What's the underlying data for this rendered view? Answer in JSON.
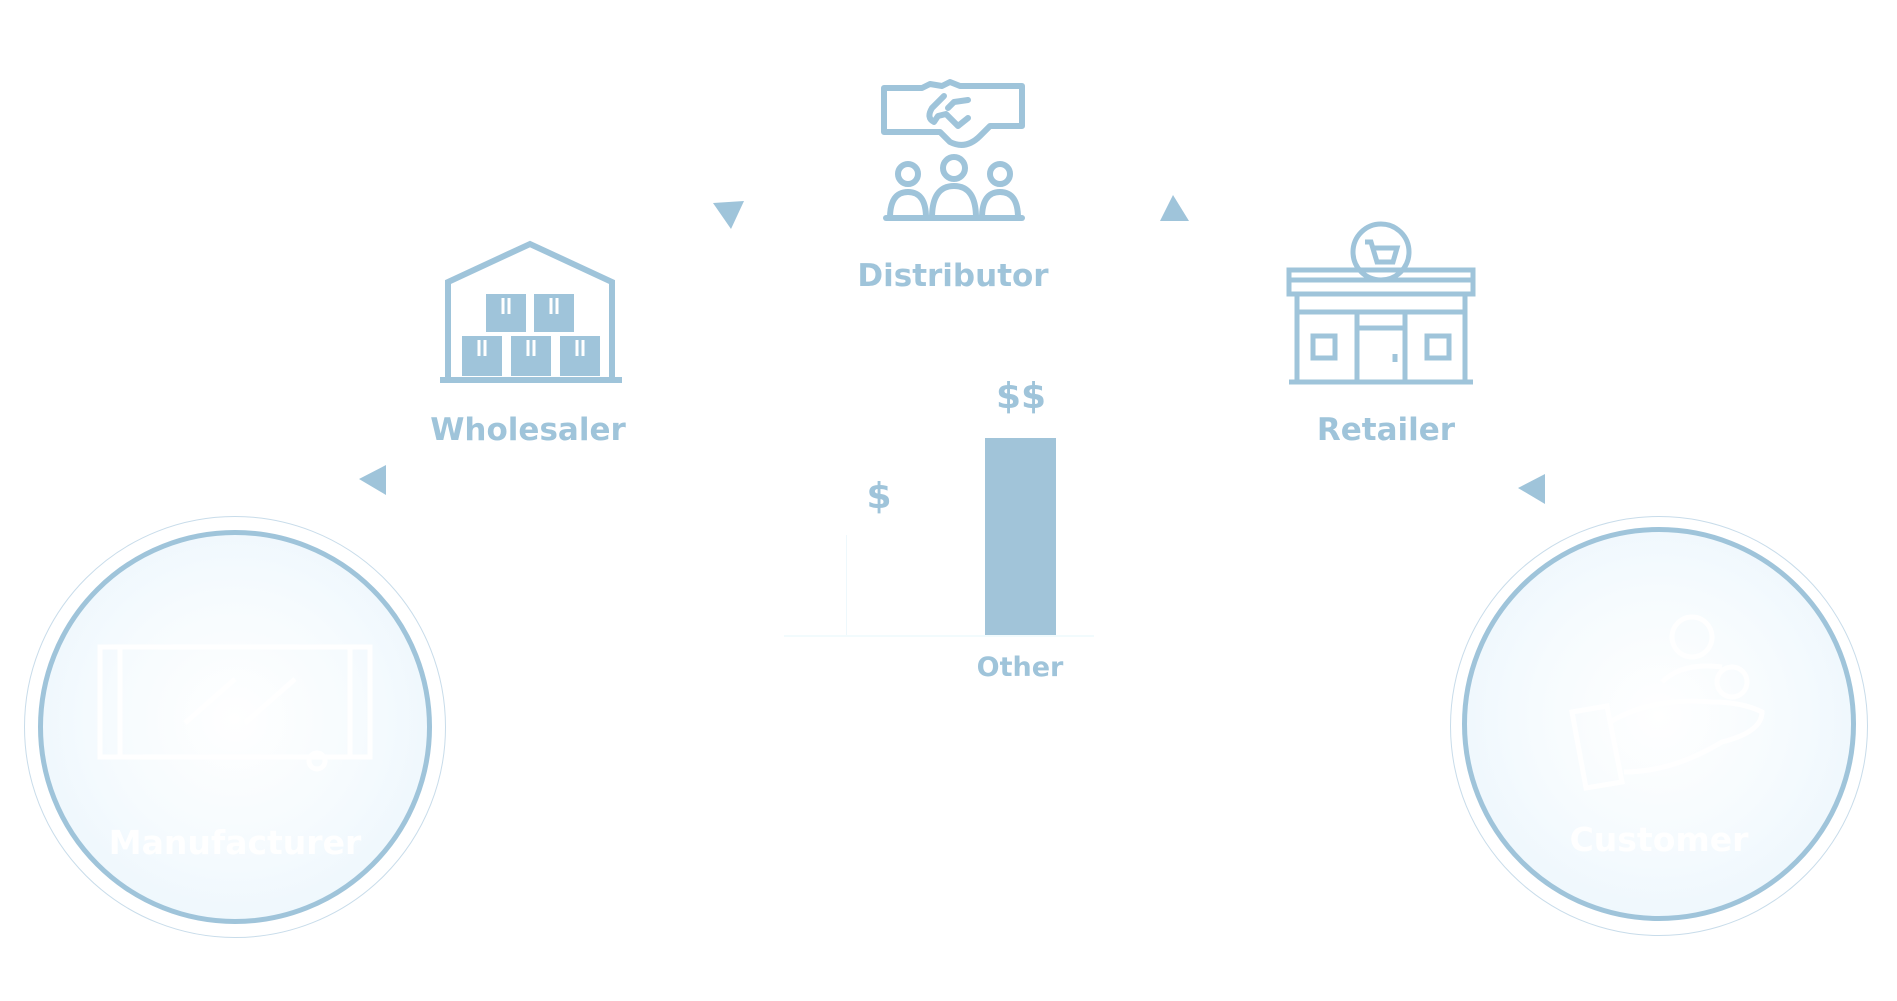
{
  "accent_color": "#9fc4da",
  "nodes": {
    "distributor": {
      "label": "Distributor",
      "icon": "handshake-people-icon"
    },
    "wholesaler": {
      "label": "Wholesaler",
      "icon": "warehouse-icon"
    },
    "retailer": {
      "label": "Retailer",
      "icon": "storefront-cart-icon"
    },
    "manufacturer": {
      "label": "Manufacturer",
      "icon": "conveyor-icon"
    },
    "customer": {
      "label": "Customer",
      "icon": "hand-with-person-icon"
    }
  },
  "price_chart": {
    "bars": [
      {
        "label": "",
        "price_symbol": "$",
        "relative_value": 0.5
      },
      {
        "label": "Other",
        "price_symbol": "$$",
        "relative_value": 1.0
      }
    ]
  }
}
